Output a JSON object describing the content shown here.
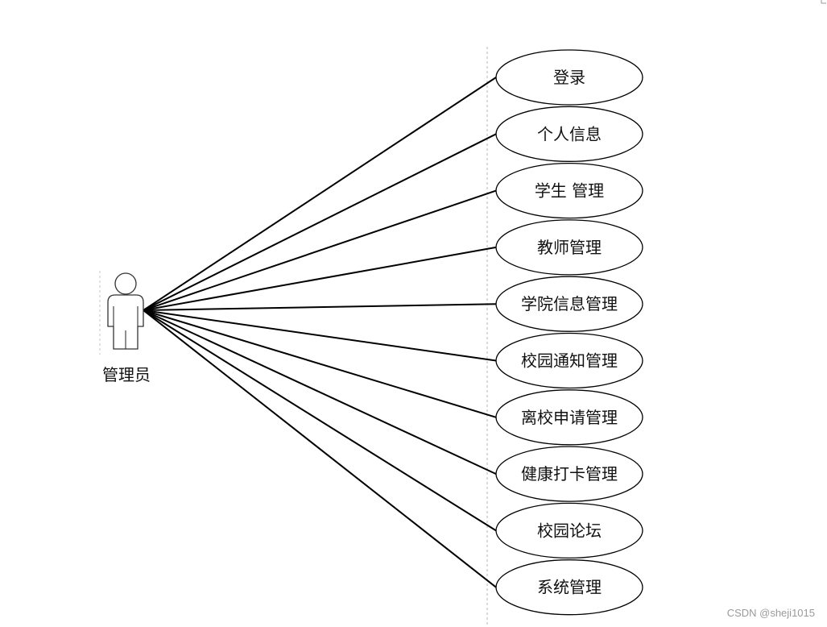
{
  "diagram": {
    "type": "use-case",
    "actor": {
      "label": "管理员",
      "icon": "stick-figure-icon"
    },
    "use_cases": [
      {
        "label": "登录"
      },
      {
        "label": "个人信息"
      },
      {
        "label": "学生 管理"
      },
      {
        "label": "教师管理"
      },
      {
        "label": "学院信息管理"
      },
      {
        "label": "校园通知管理"
      },
      {
        "label": "离校申请管理"
      },
      {
        "label": "健康打卡管理"
      },
      {
        "label": "校园论坛"
      },
      {
        "label": "系统管理"
      }
    ]
  },
  "watermark": {
    "text": "CSDN @sheji1015"
  }
}
